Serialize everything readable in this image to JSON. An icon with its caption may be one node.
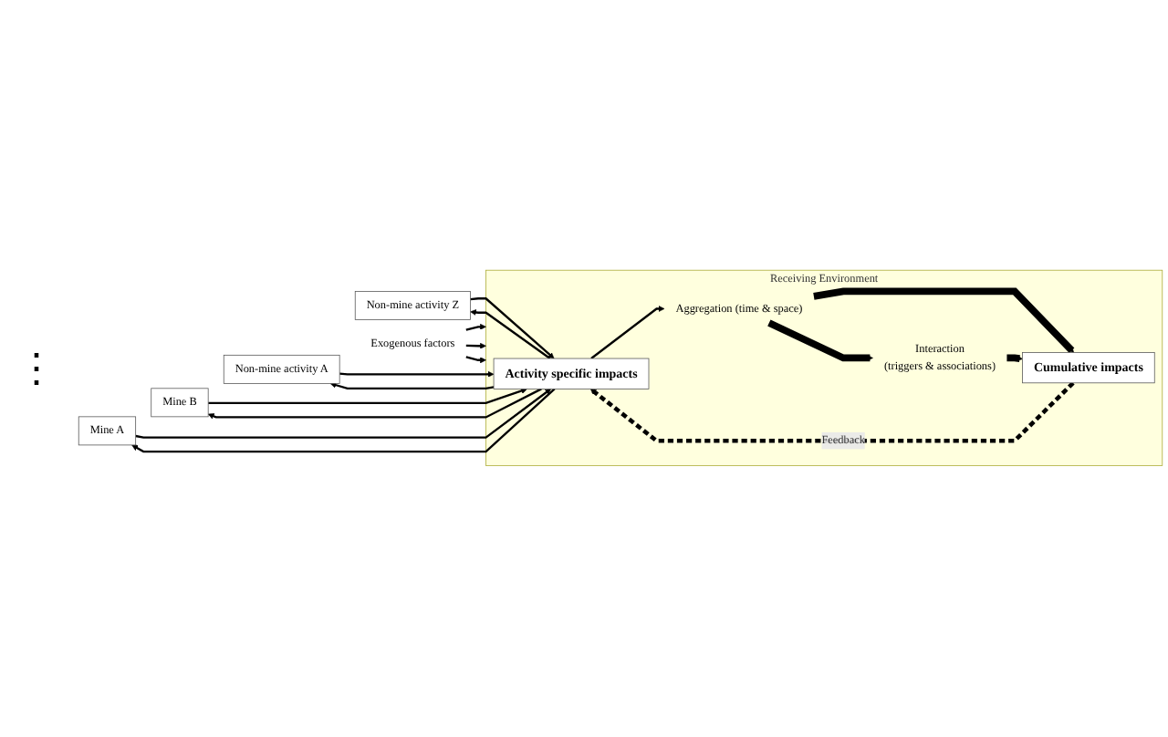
{
  "diagram": {
    "nodes": [
      {
        "text": [
          "Mine A"
        ]
      },
      {
        "text": [
          "Mine B"
        ]
      },
      {
        "text": [
          "Non-mine activity A"
        ]
      },
      {
        "text": [
          "Non-mine activity Z"
        ]
      },
      {
        "text": [
          "Receiving Environment"
        ]
      },
      {
        "text": [
          "Activity specific impacts"
        ],
        "in": 4
      },
      {
        "text": [
          "Aggregation (time & space)"
        ],
        "in": 4
      },
      {
        "text": [
          "Interaction",
          "(triggers & associations)"
        ],
        "in": 4
      },
      {
        "text": [
          "Cumulative impacts"
        ],
        "in": 4
      },
      {
        "text": [
          "Exogenous factors"
        ]
      }
    ],
    "edges": [
      {
        "from": 0,
        "to": 5,
        "arrow": "to"
      },
      {
        "from": 5,
        "to": 0,
        "arrow": "to"
      },
      {
        "from": 1,
        "to": 5,
        "arrow": "to"
      },
      {
        "from": 5,
        "to": 1,
        "arrow": "to"
      },
      {
        "from": 2,
        "to": 5,
        "arrow": "to"
      },
      {
        "from": 5,
        "to": 2,
        "arrow": "to"
      },
      {
        "from": 3,
        "to": 5,
        "arrow": "to"
      },
      {
        "from": 5,
        "to": 3,
        "arrow": "to"
      },
      {
        "from": 9,
        "to": 4,
        "arrow": "to"
      },
      {
        "from": 9,
        "to": 4,
        "arrow": "to"
      },
      {
        "from": 9,
        "to": 4,
        "arrow": "to"
      },
      {
        "from": 5,
        "to": 6,
        "arrow": "to"
      },
      {
        "from": 6,
        "to": 8,
        "arrow": "to",
        "style": "thick"
      },
      {
        "from": 6,
        "to": 7,
        "arrow": "to",
        "style": "thick"
      },
      {
        "from": 7,
        "to": 8,
        "arrow": "to",
        "style": "thick"
      },
      {
        "from": 8,
        "to": 5,
        "arrow": "to",
        "style": "dashed",
        "label": "Feedback"
      }
    ],
    "labels": [
      "⋮"
    ]
  }
}
